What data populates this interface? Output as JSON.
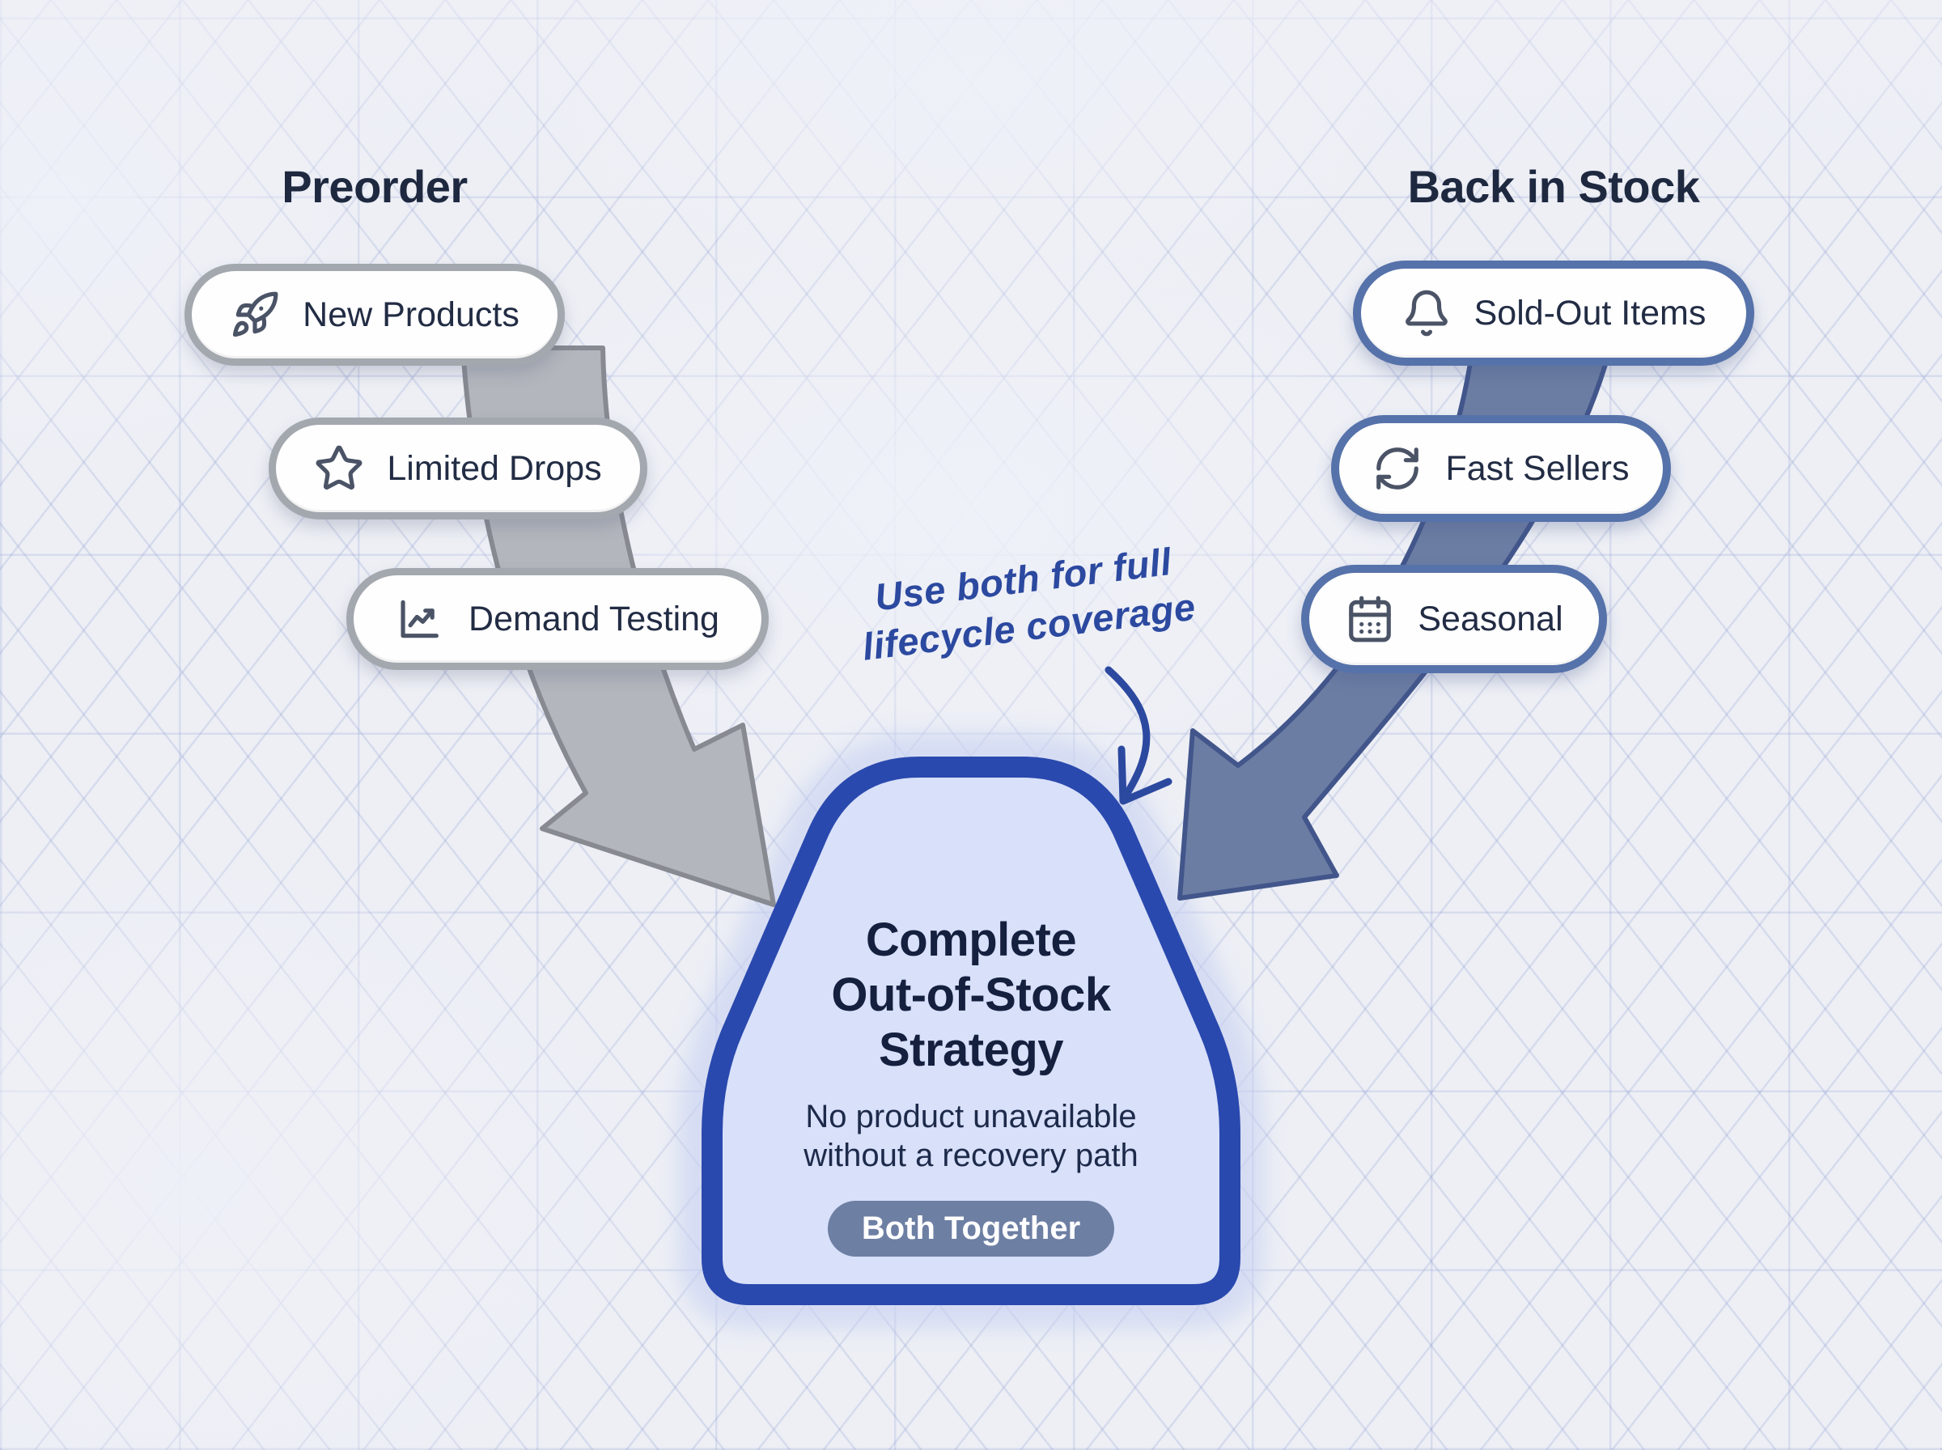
{
  "left_branch": {
    "title": "Preorder",
    "items": [
      {
        "icon": "rocket-icon",
        "label": "New Products"
      },
      {
        "icon": "star-icon",
        "label": "Limited Drops"
      },
      {
        "icon": "trend-chart-icon",
        "label": "Demand Testing"
      }
    ]
  },
  "right_branch": {
    "title": "Back in Stock",
    "items": [
      {
        "icon": "bell-icon",
        "label": "Sold-Out Items"
      },
      {
        "icon": "refresh-icon",
        "label": "Fast Sellers"
      },
      {
        "icon": "calendar-icon",
        "label": "Seasonal"
      }
    ]
  },
  "annotation": {
    "line1": "Use both for full",
    "line2": "lifecycle coverage"
  },
  "center": {
    "title_lines": [
      "Complete",
      "Out-of-Stock",
      "Strategy"
    ],
    "subtitle_lines": [
      "No product unavailable",
      "without a recovery path"
    ],
    "badge": "Both Together"
  },
  "colors": {
    "bg": "#edeff5",
    "ink": "#1e2940",
    "pill-text": "#222c44",
    "pill-border-gray": "#a3a7ae",
    "pill-border-blue": "#5672aa",
    "icon-ink": "#4b5366",
    "arrow-gray-fill": "#b3b6bc",
    "arrow-gray-stroke": "#878a91",
    "arrow-blue-fill": "#6c7da3",
    "arrow-blue-stroke": "#42568b",
    "annotation-blue": "#2c49a0",
    "shield-border": "#2a49ae",
    "shield-fill": "#d8e0fa",
    "shield-glow": "#c7d1f2",
    "shield-title": "#15203f",
    "shield-sub": "#1d2a4a",
    "badge-bg": "#6e7fa4",
    "badge-text": "#ffffff"
  }
}
